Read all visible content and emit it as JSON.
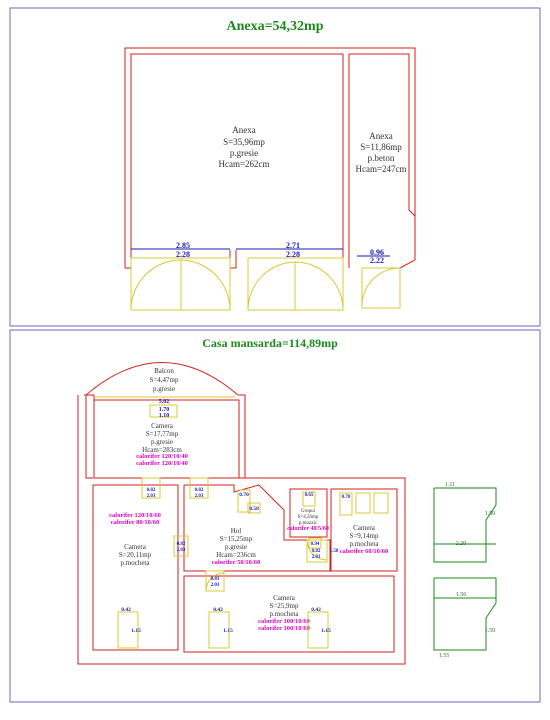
{
  "anexa": {
    "title": "Anexa=54,32mp",
    "room1": {
      "lines": [
        "Anexa",
        "S=35,96mp",
        "p.gresie",
        "Hcam=262cm"
      ]
    },
    "room2": {
      "lines": [
        "Anexa",
        "S=11,86mp",
        "p.beton",
        "Hcam=247cm"
      ]
    },
    "dims": [
      {
        "top": "2.85",
        "bottom": "2.28"
      },
      {
        "top": "2.71",
        "bottom": "2.28"
      },
      {
        "top": "0.96",
        "bottom": "2.22"
      }
    ]
  },
  "mansarda": {
    "title": "Casa mansarda=114,89mp",
    "balcon": {
      "lines": [
        "Balcon",
        "S=4,47mp",
        "p.gresie"
      ],
      "dim_top": "5.02",
      "dim_a": "1.70",
      "dim_b": "1.10"
    },
    "camera_top": {
      "lines": [
        "Camera",
        "S=17,77mp",
        "p.gresie",
        "Hcam=283cm"
      ],
      "caloriferi": [
        "calorifer 120/10/40",
        "calorifer 120/10/40"
      ]
    },
    "camera_left": {
      "lines": [
        "Camera",
        "S=20,11mp",
        "p.mocheta"
      ],
      "caloriferi": [
        "calorifer 120/10/60",
        "calorifer 80/10/60"
      ],
      "dim_a": "0.42",
      "dim_b": "1.15"
    },
    "hol": {
      "lines": [
        "Hol",
        "S=15,25mp",
        "p.gresie",
        "Hcam=236cm"
      ],
      "caloriferi": [
        "calorifer 50/10/60"
      ],
      "dim_a": "0.70",
      "dim_b": "0.58"
    },
    "baie": {
      "lines": [
        "Grupul",
        "S=4,26mp",
        "p.mozaic"
      ],
      "caloriferi": [
        "calorifer 40/5/60"
      ],
      "dim_a": "0.65",
      "dim_b": "0.94"
    },
    "camera_right": {
      "lines": [
        "Camera",
        "S=9,14mp",
        "p.mocheta"
      ],
      "caloriferi": [
        "calorifer 60/10/60"
      ],
      "dim_a": "0.70",
      "dim_b": "1.58"
    },
    "camera_bottom": {
      "lines": [
        "Camera",
        "S=25,9mp",
        "p.mocheta"
      ],
      "caloriferi": [
        "calorifer 100/10/60",
        "calorifer 100/10/60"
      ],
      "dim_a": "0.42",
      "dim_b": "1.15",
      "dim_c": "0.42",
      "dim_d": "1.15"
    },
    "door_dims": [
      "0.82",
      "2.03",
      "0.82",
      "2.03",
      "0.82",
      "2.03",
      "0.81",
      "2.03",
      "0.82",
      "2.03"
    ],
    "side_details": {
      "d1_top": "1.11",
      "d1_mid": "2.20",
      "d1_side": "1.50",
      "d2_top": "1.56",
      "d2_bottom": "1.55",
      "d2_side": "1.50"
    }
  }
}
